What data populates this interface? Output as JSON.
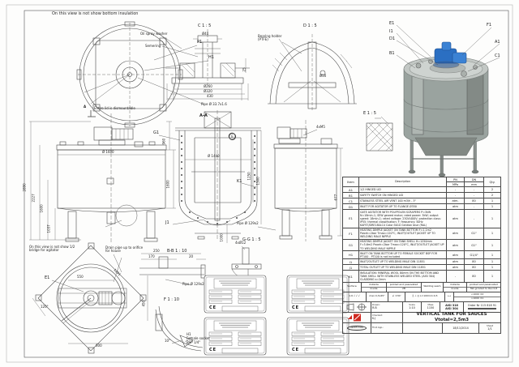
{
  "notes": {
    "top": "On this view is not show bottom insulation",
    "bottom": "On this view is not show 1/2 bridge for agitator",
    "entire_lid": "Entire lid is dismountable",
    "drain_pipe": "Drain pipe up to orifice for house",
    "oil_spray_washer": "Oil spray washer",
    "semering": "Semering",
    "bearing_holder": "Bearing holder (PTFE)",
    "pipe_33": "Pipe Ø 33.7x1.6",
    "pipe_129": "Pipe Ø 129x2",
    "screws_m5": "4xM5",
    "holes_12": "4xØ12",
    "socket_line1": "H1",
    "socket_line2": "Female socket",
    "socket_line3": "BSP 1/4\""
  },
  "view_labels": {
    "c": "C 1 : 5",
    "d": "D 1 : 5",
    "aa": "A-A",
    "e": "E 1 : 5",
    "bb": "B-B 1 : 10",
    "f": "F 1 : 10",
    "gg": "G-G 1 : 5",
    "e_circle": "E"
  },
  "tags": {
    "p1": "P1",
    "h1": "H1",
    "e1": "E1",
    "i1": "I1",
    "d1": "D1",
    "b1": "B1",
    "f1": "F1",
    "a1": "A1",
    "c1": "C1",
    "g1": "G1",
    "j1": "J1",
    "k1": "K1",
    "a_cut": "A"
  },
  "dims": {
    "c_d40": "Ø40",
    "c_25": "25",
    "c_d260": "Ø260",
    "c_d320": "Ø320",
    "c_430": "430",
    "d_d50": "Ø50",
    "front_d1600": "Ø 1600",
    "front_2890": "2890",
    "front_2227": "2227",
    "front_1600": "1600",
    "front_1037": "1037",
    "front_960": "960",
    "front_r1600": "1600",
    "aa_d1440": "Ø 1440",
    "aa_1500": "1500",
    "aa_1250": "1250",
    "aa_1000": "1000",
    "side_677": "677",
    "bottom_550": "550",
    "bottom_600": "600",
    "bottom_450": "450",
    "bottom_1291": "1291",
    "bottom_120": "120°",
    "bb_250": "250",
    "bb_170": "170",
    "bb_20": "20",
    "f_10": "10°"
  },
  "parts_table": {
    "headers": {
      "item": "Item",
      "desc": "Description",
      "pn": "PN",
      "pn_unit": "MPa",
      "dn": "DN",
      "dn_unit": "mm",
      "qty": "Qty."
    },
    "rows": [
      {
        "item": "A1",
        "desc": "1/2 HINGED LID",
        "pn": "-",
        "dn": "-",
        "qty": "2"
      },
      {
        "item": "B1",
        "desc": "SAFETY SWITCH ON HINGED LID",
        "pn": "-",
        "dn": "-",
        "qty": "2"
      },
      {
        "item": "C1",
        "desc": "STAINLESS STEEL AIR VENT 100 m3/h - 3\"",
        "pn": "atm.",
        "dn": "80",
        "qty": "1"
      },
      {
        "item": "D1",
        "desc": "INLET FOR AGITATOR UP TO FLANGE Ø350",
        "pn": "atm",
        "dn": "-",
        "qty": "1"
      },
      {
        "item": "E1",
        "desc": "GATE AGITATOR WITH POLYPOLEN SCRAPERS P=3kW N=18min-1; SEW geared motor; rated power: 3kW; output speed: 18min-1; rated voltage: 230V/400V; protection class: IP55; thermal classification: F; frequency: 50Hz KAF97/DRE180LC4 Color:5010 Gentian blue (RAL)",
        "pn": "atm",
        "dn": "-",
        "qty": "1"
      },
      {
        "item": "F1",
        "desc": "HEATING DIMPLE JACKET ON TANK BOTTOM F=1.1m2 Pwork=2bar Tmax=120°C, INLET/OUTLET JACKET UP TO WELDING MALE NIPPLE",
        "pn": "atm",
        "dn": "G1\"",
        "qty": "1"
      },
      {
        "item": "G1",
        "desc": "HEATING DIMPLE JACKET ON TANK SHELL H=1250mm F=5.6m2 Pwork=2bar Tmax=120°C, INLET/OUTLET JACKET UP TO WELDING MALE NIPPLE",
        "pn": "atm",
        "dn": "G1\"",
        "qty": "1"
      },
      {
        "item": "H1",
        "desc": "INLET ON TANK BOTTOM UP TO FEMALE SOCKET BSP FOR PT100 - PT100 is not included",
        "pn": "atm",
        "dn": "G1/4\"",
        "qty": "1"
      },
      {
        "item": "I1",
        "desc": "INLET/OUTLET UP TO WELDING MALE DIN 11851",
        "pn": "atm",
        "dn": "80",
        "qty": "1"
      },
      {
        "item": "J1",
        "desc": "TOTAL OUTLET UP TO WELDING MALE DIN 11851",
        "pn": "atm",
        "dn": "80",
        "qty": "1"
      },
      {
        "item": "K1",
        "desc": "INSULATION: MINERAL WOOL 80mm ON THE BOTTOM AND TANK SHELL WITH STAINLESS WELDED STEEL (AISI 304) CLADDING s=2mm",
        "pn": "-",
        "dn": "80",
        "qty": "1"
      }
    ]
  },
  "surface": {
    "label": "Surface",
    "outside": "Outside",
    "inside": "Inside",
    "out_finish": "pickled and passivated",
    "in_finish": "2B",
    "weld": "Welding seam",
    "out_finish2": "pickled and passivated",
    "in_finish2": "flat grinded to Ra<0,8"
  },
  "tolerance": {
    "rough": "1.6",
    "rough_syms": "√ √ √",
    "chamfer": "max 0,3x45°",
    "angle": "∠ ±30'",
    "geo": "∥  ⊥  ◎  L=100mm:0,5",
    "arrow": "⟷",
    "lin1": "<1000   ±2",
    "lin2": ">1000   ±1"
  },
  "title_block": {
    "drawn_label": "Drawn:",
    "drawn": "R.B",
    "checked_label": "Checked:",
    "checked": "K.J",
    "firstapp_label": "First App.:",
    "scale_label": "Scale",
    "scale": "1:10",
    "mass_label": "Mass",
    "mass": "1150",
    "material1": "AISI 316",
    "material2": "AISI 304",
    "order": "Order Nr 115 818 91",
    "title": "VERTICAL TANK FOR SAUCES Vtotal=2,5m3",
    "date": "18/11/2014",
    "sheet_label": "Sheet",
    "sheet": "1/1",
    "logo": "INOKS.COM"
  },
  "nameplate": {
    "ce": "CE"
  },
  "colors": {
    "motor_blue": "#2b6fc2",
    "logo_red": "#cf2a21",
    "steel": "#9aa39f"
  }
}
